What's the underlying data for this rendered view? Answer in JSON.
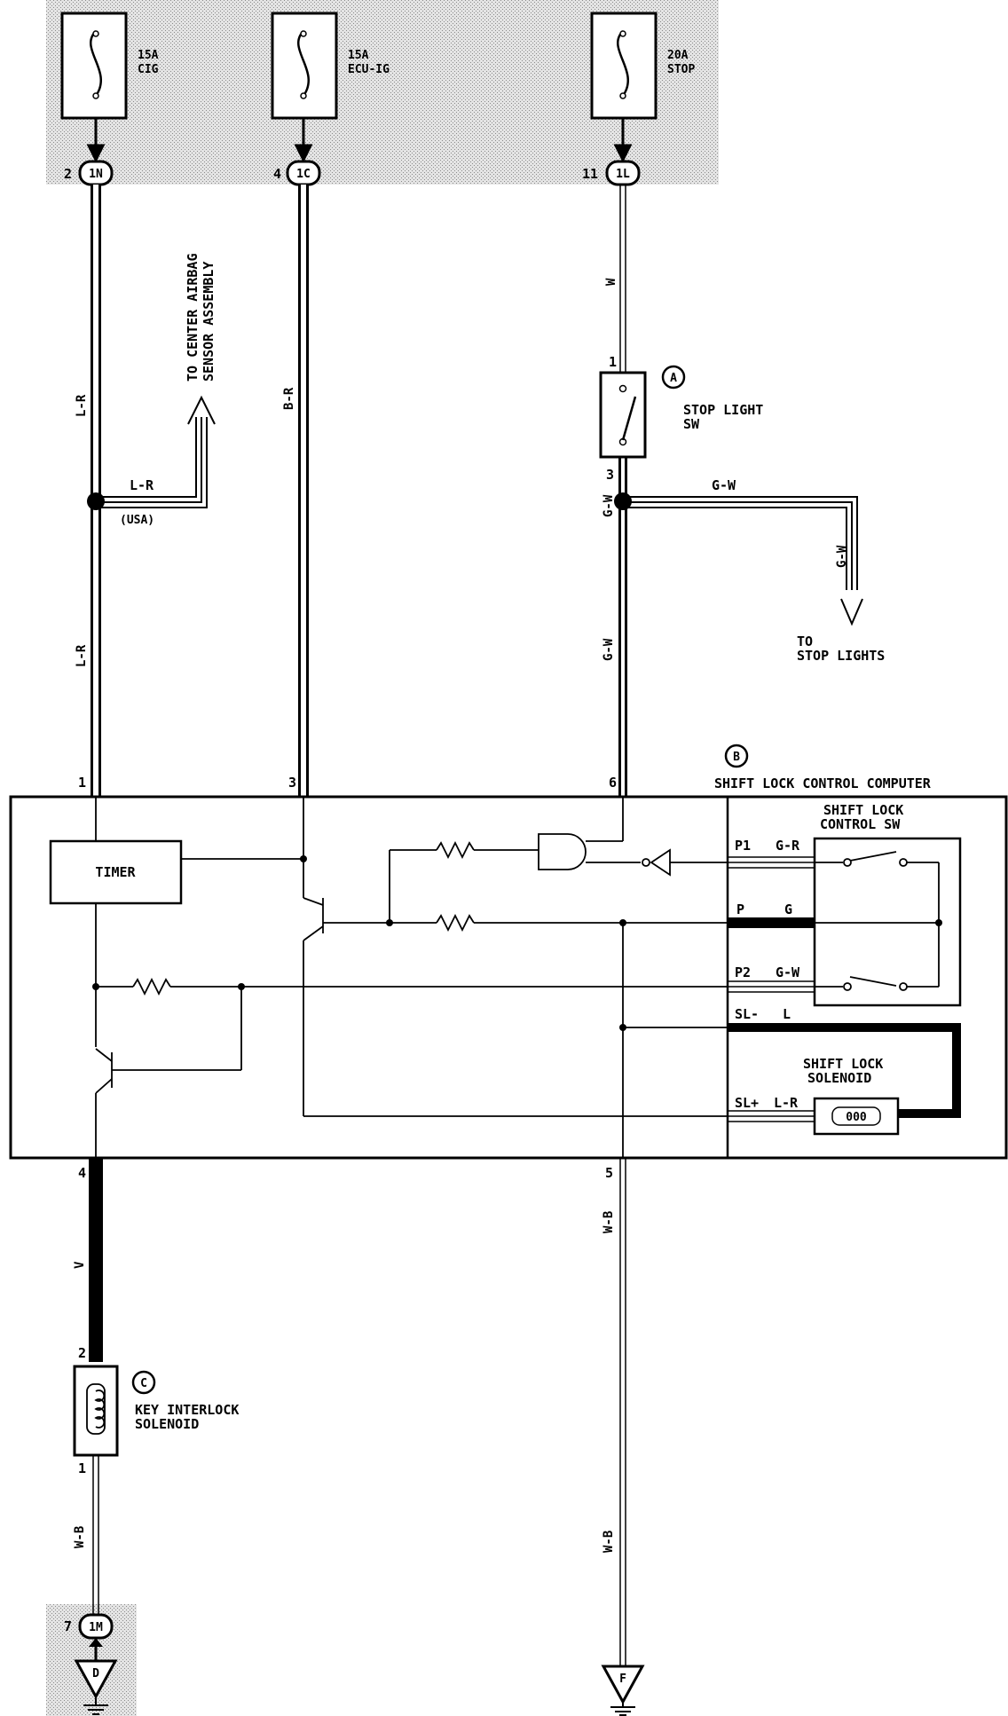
{
  "fuses": [
    {
      "rating": "15A",
      "name": "CIG"
    },
    {
      "rating": "15A",
      "name": "ECU-IG"
    },
    {
      "rating": "20A",
      "name": "STOP"
    }
  ],
  "connectors": {
    "top_left": {
      "pin": "2",
      "code": "1N"
    },
    "top_mid": {
      "pin": "4",
      "code": "1C"
    },
    "top_right": {
      "pin": "11",
      "code": "1L"
    },
    "bottom_left": {
      "pin": "7",
      "code": "1M"
    }
  },
  "wire_colors": {
    "l_r": "L-R",
    "b_r": "B-R",
    "w": "W",
    "g_w": "G-W",
    "v": "V",
    "w_b": "W-B",
    "g_r": "G-R",
    "g": "G",
    "l": "L"
  },
  "airbag_branch": {
    "line1": "TO CENTER AIRBAG",
    "line2": "SENSOR ASSEMBLY",
    "note": "(USA)"
  },
  "stop_light_sw": {
    "marker": "A",
    "line1": "STOP LIGHT",
    "line2": "SW",
    "pin_top": "1",
    "pin_bottom": "3"
  },
  "stop_lights": {
    "line1": "TO",
    "line2": "STOP LIGHTS"
  },
  "computer": {
    "marker": "B",
    "name": "SHIFT LOCK CONTROL COMPUTER",
    "timer": "TIMER",
    "pins": {
      "p1": "1",
      "p3": "3",
      "p6": "6",
      "p4": "4",
      "p5": "5"
    },
    "terminals": {
      "p1": "P1",
      "p": "P",
      "p2": "P2",
      "sl_minus": "SL-",
      "sl_plus": "SL+"
    }
  },
  "control_sw": {
    "line1": "SHIFT LOCK",
    "line2": "CONTROL SW"
  },
  "shift_solenoid": {
    "line1": "SHIFT LOCK",
    "line2": "SOLENOID",
    "coil": "000"
  },
  "key_interlock": {
    "marker": "C",
    "line1": "KEY INTERLOCK",
    "line2": "SOLENOID",
    "pin_top": "2",
    "pin_bottom": "1"
  },
  "grounds": {
    "left": "D",
    "right": "F"
  },
  "colors": {
    "shade": "#d6d6d6",
    "ink": "#000000"
  }
}
